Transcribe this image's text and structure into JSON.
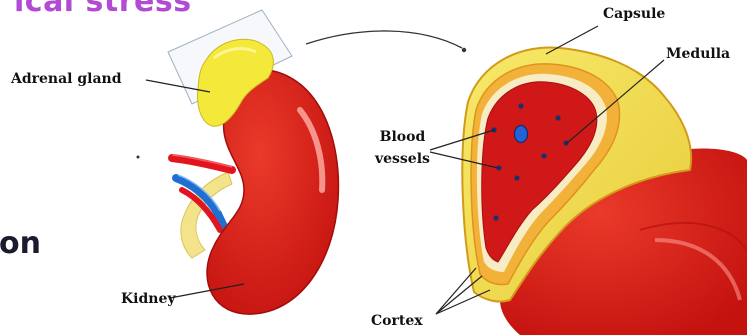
{
  "heading_fragment": "ical stress",
  "side_fragment": "on",
  "labels": {
    "adrenal_gland": "Adrenal gland",
    "kidney": "Kidney",
    "capsule": "Capsule",
    "medulla": "Medulla",
    "blood_line1": "Blood",
    "blood_line2": "vessels",
    "cortex": "Cortex"
  },
  "colors": {
    "kidney": "#d61a1a",
    "adrenal": "#f4e93a",
    "artery": "#e0121f",
    "vein": "#1d6fd0",
    "ureter": "#f3e07a",
    "heading": "#b24bd4"
  }
}
